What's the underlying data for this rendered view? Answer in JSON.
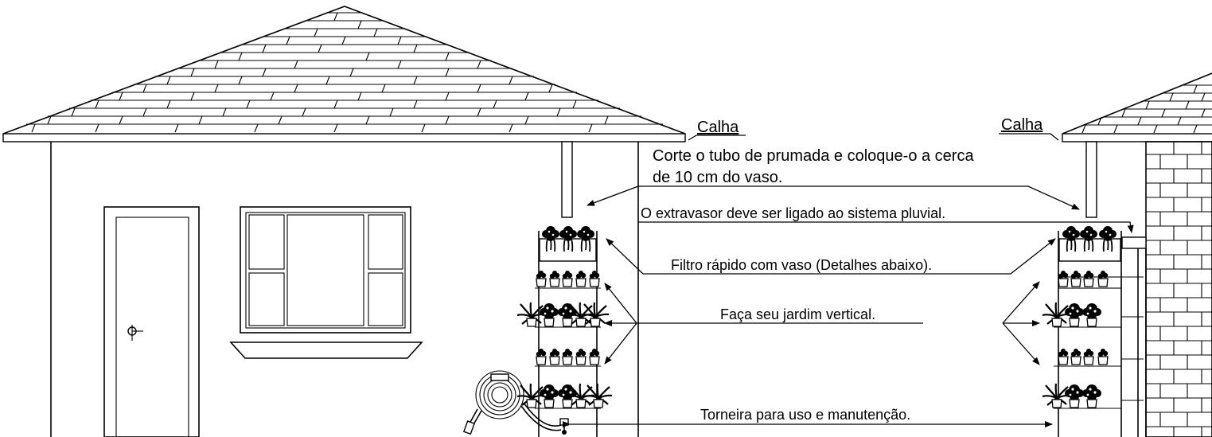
{
  "labels": {
    "calha_left": "Calha",
    "calha_right": "Calha",
    "tubo_line1": "Corte o tubo de prumada e coloque-o a cerca",
    "tubo_line2": "de 10 cm do vaso.",
    "extravasor": "O extravasor deve ser ligado ao sistema pluvial.",
    "filtro": "Filtro rápido com vaso (Detalhes abaixo).",
    "jardim": "Faça seu jardim vertical.",
    "torneira": "Torneira para uso e manutenção."
  },
  "icons": {
    "hose": "garden-hose-icon",
    "tap": "tap-icon",
    "door_knob": "door-knob-icon"
  }
}
